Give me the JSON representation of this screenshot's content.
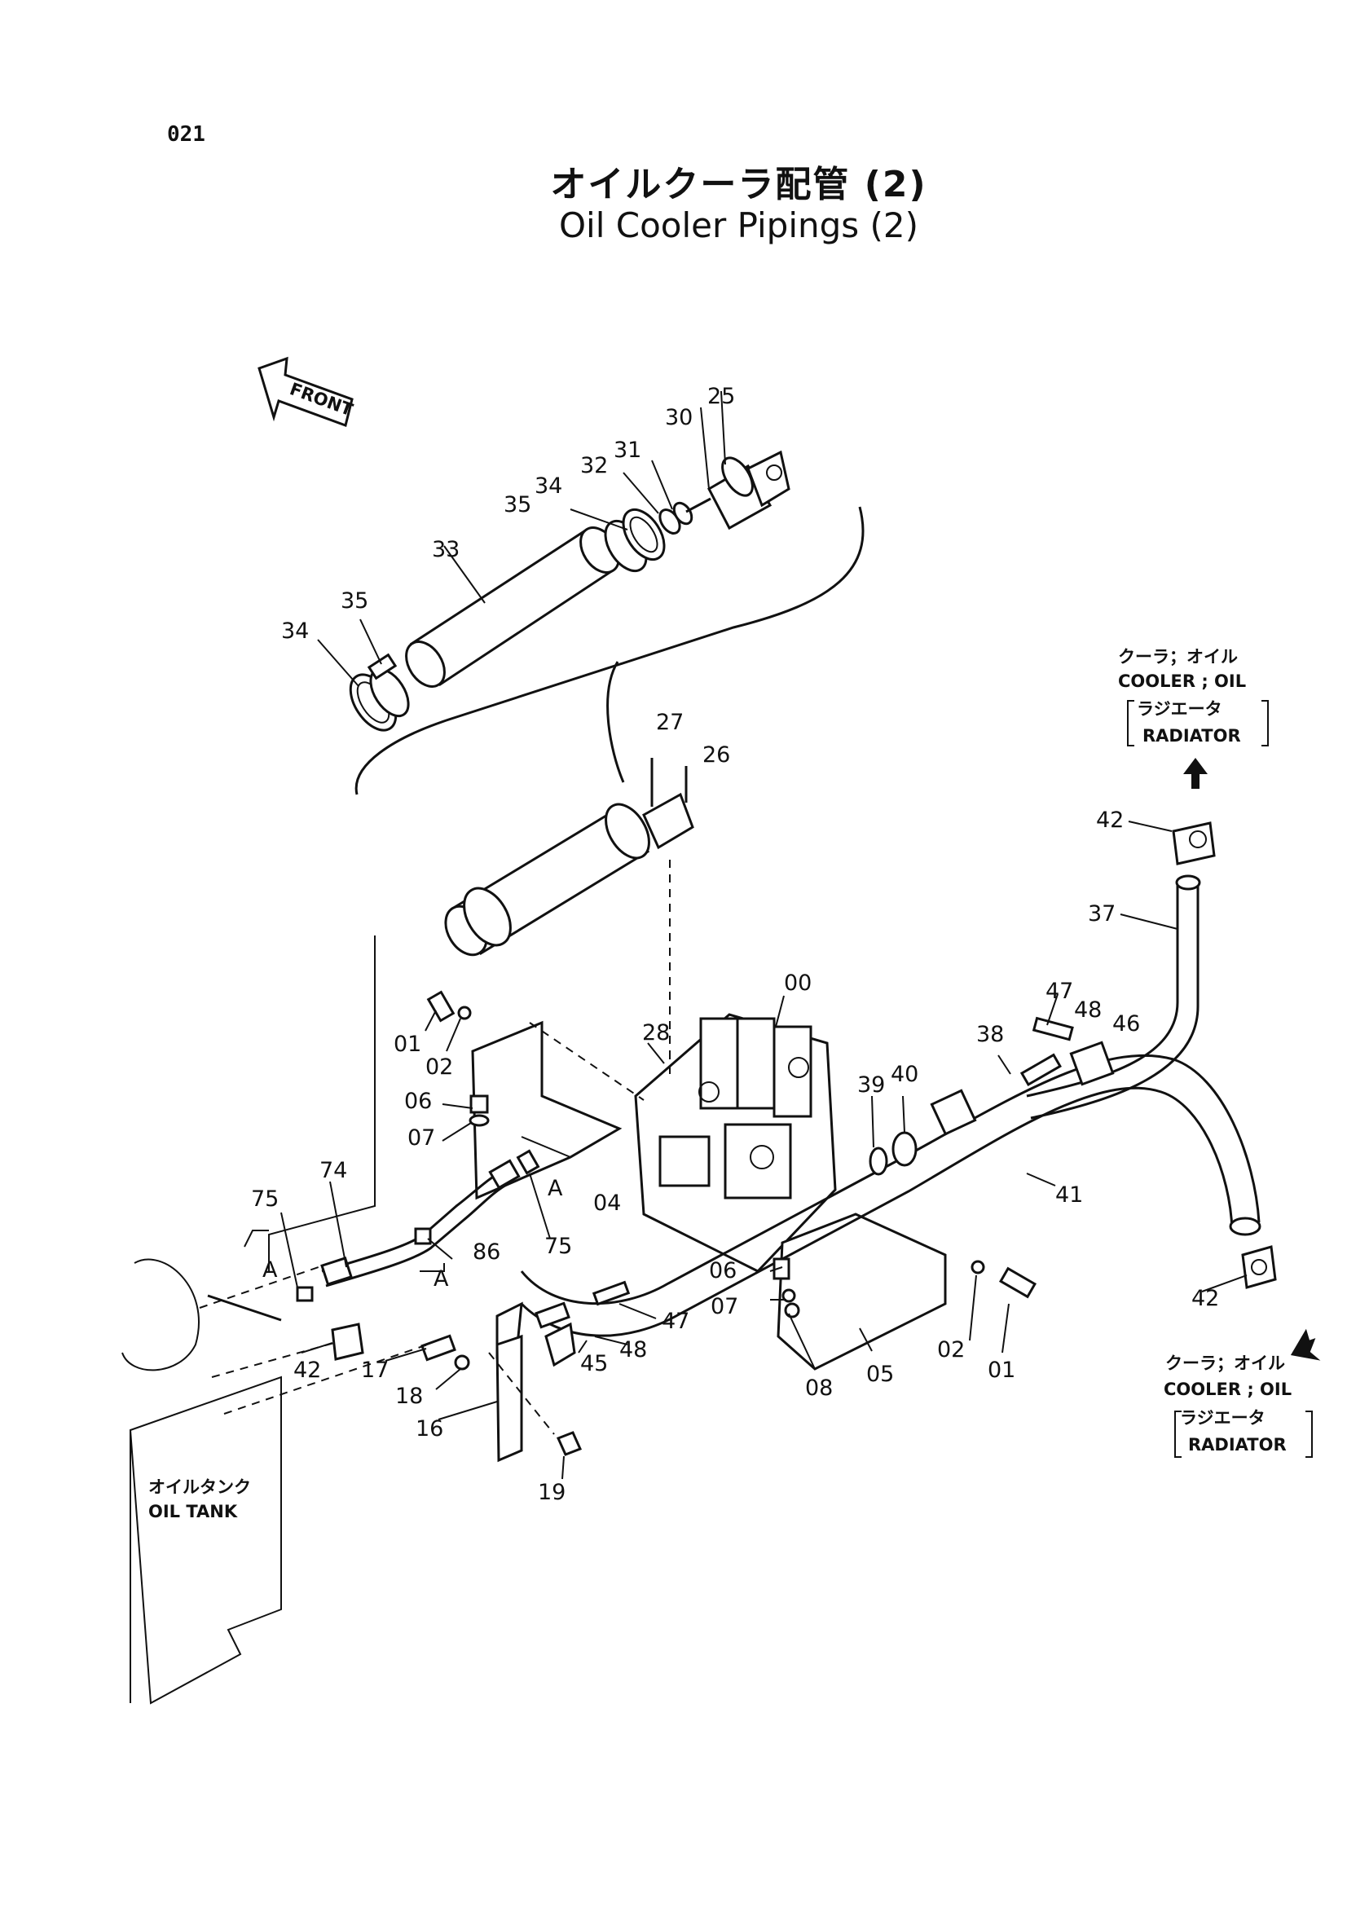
{
  "page": {
    "number": "021"
  },
  "title": {
    "jp": "オイルクーラ配管 (2)",
    "en": "Oil Cooler Pipings (2)"
  },
  "front_label": "FRONT",
  "callouts": {
    "top_right": {
      "jp": "クーラ；オイル",
      "en": "COOLER ; OIL",
      "sub_jp": "ラジエータ",
      "sub_en": "RADIATOR"
    },
    "bottom_right": {
      "jp": "クーラ；オイル",
      "en": "COOLER ; OIL",
      "sub_jp": "ラジエータ",
      "sub_en": "RADIATOR"
    },
    "oil_tank": {
      "jp": "オイルタンク",
      "en": "OIL TANK"
    }
  },
  "section_marker": "A",
  "part_labels": {
    "p25": "25",
    "p30": "30",
    "p31": "31",
    "p32": "32",
    "p34a": "34",
    "p35a": "35",
    "p33": "33",
    "p35b": "35",
    "p34b": "34",
    "p27": "27",
    "p26": "26",
    "p42a": "42",
    "p37": "37",
    "p47a": "47",
    "p48a": "48",
    "p46": "46",
    "p38": "38",
    "p40": "40",
    "p39": "39",
    "p00": "00",
    "p28": "28",
    "p01a": "01",
    "p02a": "02",
    "p06a": "06",
    "p07a": "07",
    "p74": "74",
    "p75a": "75",
    "p75b": "75",
    "p04": "04",
    "p86": "86",
    "p41": "41",
    "p06b": "06",
    "p07b": "07",
    "p47b": "47",
    "p48b": "48",
    "p45": "45",
    "p17": "17",
    "p18": "18",
    "p16": "16",
    "p19": "19",
    "p42b": "42",
    "p08": "08",
    "p05": "05",
    "p02b": "02",
    "p01b": "01",
    "p42c": "42"
  }
}
